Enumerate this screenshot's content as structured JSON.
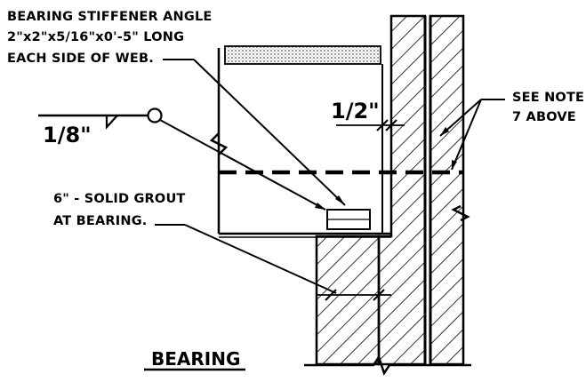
{
  "callouts": {
    "stiffener": [
      "BEARING STIFFENER ANGLE",
      "2\"x2\"x5/16\"x0'-5\" LONG",
      "EACH SIDE OF WEB."
    ],
    "grout": [
      "6\" - SOLID GROUT",
      "AT BEARING."
    ],
    "see_note": [
      "SEE NOTE",
      "7 ABOVE"
    ]
  },
  "weld_symbol": "1/8\"",
  "dimension_half_inch": "1/2\"",
  "title": "BEARING",
  "colors": {
    "ink": "#000000",
    "background": "#ffffff"
  }
}
